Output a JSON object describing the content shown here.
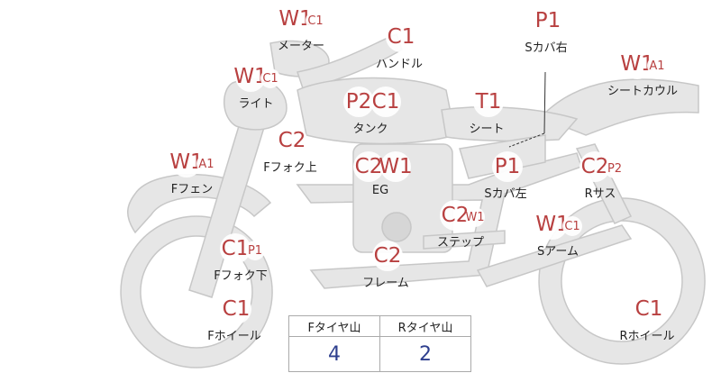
{
  "colors": {
    "grade_text": "#b84040",
    "bike_fill": "#e6e6e6",
    "bike_stroke": "#c7c7c7",
    "tire_value": "#2e3f8e"
  },
  "parts": [
    {
      "id": "meter",
      "label": "メーター",
      "grades": [
        {
          "code": "W1",
          "size": "large"
        },
        {
          "code": "C1",
          "size": "small"
        }
      ]
    },
    {
      "id": "handle",
      "label": "ハンドル",
      "grades": [
        {
          "code": "C1",
          "size": "large"
        }
      ]
    },
    {
      "id": "s-cover-right",
      "label": "Sカバ右",
      "grades": [
        {
          "code": "P1",
          "size": "large"
        }
      ]
    },
    {
      "id": "seat-cowl",
      "label": "シートカウル",
      "grades": [
        {
          "code": "W1",
          "size": "large"
        },
        {
          "code": "A1",
          "size": "small"
        }
      ]
    },
    {
      "id": "light",
      "label": "ライト",
      "grades": [
        {
          "code": "W1",
          "size": "large"
        },
        {
          "code": "C1",
          "size": "small"
        }
      ]
    },
    {
      "id": "tank",
      "label": "タンク",
      "grades": [
        {
          "code": "P2",
          "size": "large"
        },
        {
          "code": "C1",
          "size": "large"
        }
      ]
    },
    {
      "id": "seat",
      "label": "シート",
      "grades": [
        {
          "code": "T1",
          "size": "large"
        }
      ]
    },
    {
      "id": "fork-upper",
      "label": "Fフォク上",
      "grades": [
        {
          "code": "C2",
          "size": "large"
        }
      ]
    },
    {
      "id": "front-fender",
      "label": "Fフェン",
      "grades": [
        {
          "code": "W1",
          "size": "large"
        },
        {
          "code": "A1",
          "size": "small"
        }
      ]
    },
    {
      "id": "engine",
      "label": "EG",
      "grades": [
        {
          "code": "C2",
          "size": "large"
        },
        {
          "code": "W1",
          "size": "large"
        }
      ]
    },
    {
      "id": "s-cover-left",
      "label": "Sカバ左",
      "grades": [
        {
          "code": "P1",
          "size": "large"
        }
      ]
    },
    {
      "id": "rear-suspension",
      "label": "Rサス",
      "grades": [
        {
          "code": "C2",
          "size": "large"
        },
        {
          "code": "P2",
          "size": "small"
        }
      ]
    },
    {
      "id": "step",
      "label": "ステップ",
      "grades": [
        {
          "code": "C2",
          "size": "large"
        },
        {
          "code": "W1",
          "size": "small"
        }
      ]
    },
    {
      "id": "swing-arm",
      "label": "Sアーム",
      "grades": [
        {
          "code": "W1",
          "size": "large"
        },
        {
          "code": "C1",
          "size": "small"
        }
      ]
    },
    {
      "id": "fork-lower",
      "label": "Fフォク下",
      "grades": [
        {
          "code": "C1",
          "size": "large"
        },
        {
          "code": "P1",
          "size": "small"
        }
      ]
    },
    {
      "id": "frame",
      "label": "フレーム",
      "grades": [
        {
          "code": "C2",
          "size": "large"
        }
      ]
    },
    {
      "id": "front-wheel",
      "label": "Fホイール",
      "grades": [
        {
          "code": "C1",
          "size": "large"
        }
      ]
    },
    {
      "id": "rear-wheel",
      "label": "Rホイール",
      "grades": [
        {
          "code": "C1",
          "size": "large"
        }
      ]
    }
  ],
  "tire_table": {
    "headers": [
      "Fタイヤ山",
      "Rタイヤ山"
    ],
    "values": [
      "4",
      "2"
    ]
  }
}
